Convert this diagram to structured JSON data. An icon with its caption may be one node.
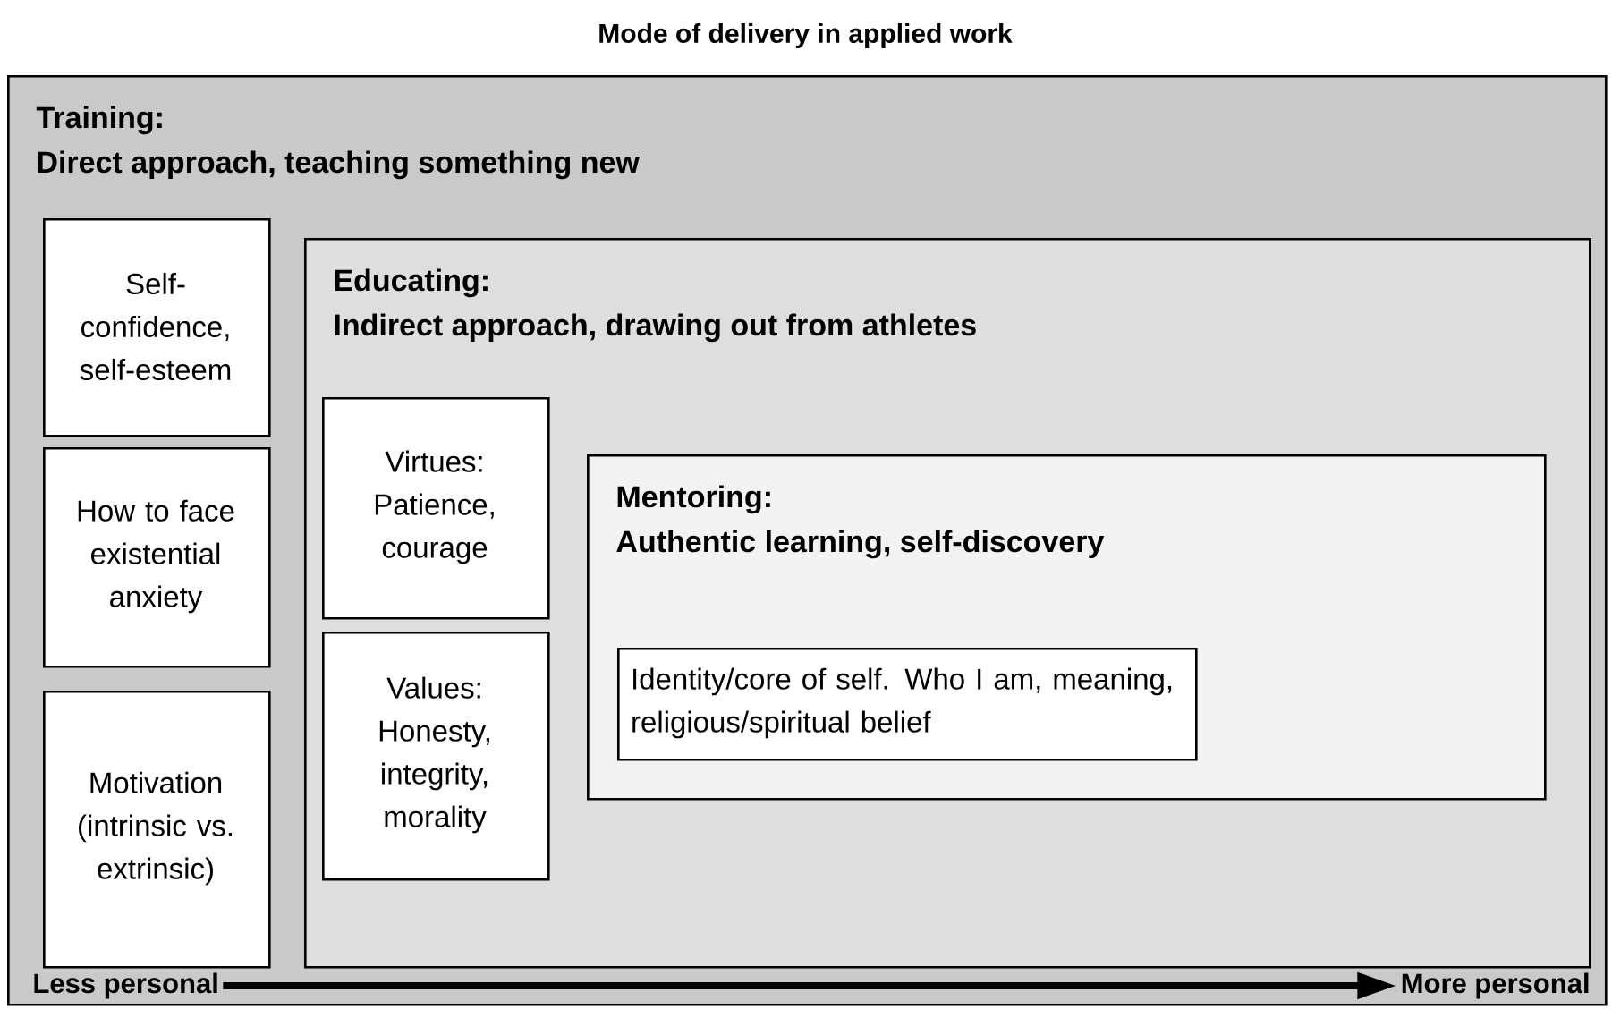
{
  "diagram": {
    "title": "Mode of delivery in applied work",
    "nodes": [
      {
        "text": [
          "Training:",
          "Direct approach, teaching something new"
        ]
      },
      {
        "text": [
          "Self-confidence, self-esteem"
        ],
        "in": 0
      },
      {
        "text": [
          "How to face existential anxiety"
        ],
        "in": 0
      },
      {
        "text": [
          "Motivation (intrinsic vs. extrinsic)"
        ],
        "in": 0
      },
      {
        "text": [
          "Educating:",
          "Indirect approach, drawing out from athletes"
        ],
        "in": 0
      },
      {
        "text": [
          "Virtues: Patience, courage"
        ],
        "in": 4
      },
      {
        "text": [
          "Values: Honesty, integrity, morality"
        ],
        "in": 4
      },
      {
        "text": [
          "Mentoring:",
          "Authentic learning, self-discovery"
        ],
        "in": 4
      },
      {
        "text": [
          "Identity/core of self. Who I am, meaning, religious/spiritual belief"
        ],
        "in": 7
      },
      {
        "text": [
          "Less personal"
        ],
        "in": 0
      },
      {
        "text": [
          "More personal"
        ],
        "in": 0
      }
    ],
    "edges": [
      {
        "from": 9,
        "to": 10,
        "arrow": "to"
      }
    ]
  }
}
